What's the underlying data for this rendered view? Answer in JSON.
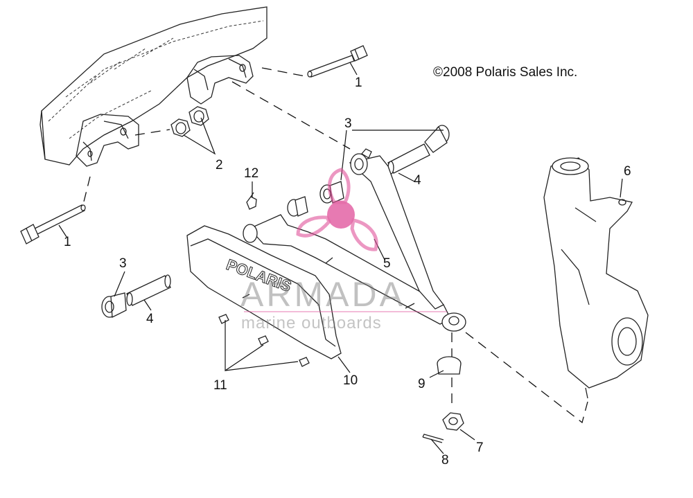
{
  "copyright": "©2008 Polaris Sales Inc.",
  "callouts": [
    {
      "id": "1a",
      "text": "1"
    },
    {
      "id": "1b",
      "text": "1"
    },
    {
      "id": "2",
      "text": "2"
    },
    {
      "id": "3a",
      "text": "3"
    },
    {
      "id": "3b",
      "text": "3"
    },
    {
      "id": "4a",
      "text": "4"
    },
    {
      "id": "4b",
      "text": "4"
    },
    {
      "id": "5",
      "text": "5"
    },
    {
      "id": "6",
      "text": "6"
    },
    {
      "id": "7",
      "text": "7"
    },
    {
      "id": "8",
      "text": "8"
    },
    {
      "id": "9",
      "text": "9"
    },
    {
      "id": "10",
      "text": "10"
    },
    {
      "id": "11",
      "text": "11"
    },
    {
      "id": "12",
      "text": "12"
    }
  ],
  "guard_brand": "POLARIS",
  "watermark": {
    "title": "ARMADA",
    "subtitle": "marine outboards",
    "color": "#e0529a"
  }
}
